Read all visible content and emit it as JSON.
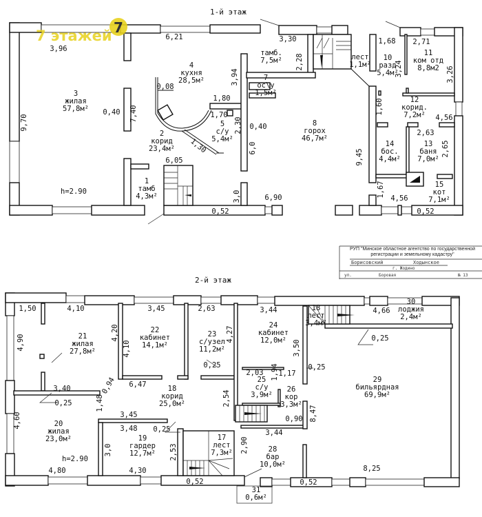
{
  "watermark": {
    "text": "7 этажей",
    "logo": "7",
    "color": "#e8d21e"
  },
  "floor1": {
    "title": "1-й этаж",
    "height": "h=2.90",
    "rooms": [
      {
        "n": "1",
        "name": "тамб",
        "area": "4,3м²"
      },
      {
        "n": "2",
        "name": "корид",
        "area": "23,4м²"
      },
      {
        "n": "3",
        "name": "жилая",
        "area": "57,8м²"
      },
      {
        "n": "4",
        "name": "кухня",
        "area": "28,5м²"
      },
      {
        "n": "5",
        "name": "с/у",
        "area": "5,4м²"
      },
      {
        "name": "тамб.",
        "area": "7,5м²"
      },
      {
        "n": "7",
        "name": "ос\\у",
        "area": "1,5м²"
      },
      {
        "n": "8",
        "name": "горох",
        "area": "46,7м²"
      },
      {
        "name": "лест",
        "area": "1,1м²"
      },
      {
        "n": "10",
        "name": "разд",
        "area": "5,4м²"
      },
      {
        "n": "11",
        "name": "ком отд",
        "area": "8,8м2"
      },
      {
        "n": "12",
        "name": "корид.",
        "area": "7,2м²"
      },
      {
        "n": "13",
        "name": "баня",
        "area": "7,0м²"
      },
      {
        "n": "14",
        "name": "бос.",
        "area": "4,4м²"
      },
      {
        "n": "15",
        "name": "кот",
        "area": "7,1м²"
      }
    ],
    "dims": [
      "3,96",
      "6,21",
      "0,08",
      "0,40",
      "7,40",
      "9,70",
      "1,80",
      "1,70",
      "2,30",
      "3,94",
      "1,30",
      "6,05",
      "3,0",
      "0,52",
      "6,90",
      "3,30",
      "2,28",
      "0,40",
      "6,0",
      "1,68",
      "3,24",
      "2,71",
      "3,26",
      "1,60",
      "4,56",
      "2,63",
      "2,65",
      "9,45",
      "1,67",
      "4,56",
      "0,52"
    ]
  },
  "floor2": {
    "title": "2-й этаж",
    "height": "h=2.90",
    "rooms": [
      {
        "n": "17",
        "name": "лест",
        "area": "7,3м²"
      },
      {
        "n": "18",
        "name": "корид",
        "area": "25,0м²"
      },
      {
        "n": "19",
        "name": "гардер",
        "area": "12,7м²"
      },
      {
        "n": "20",
        "name": "жилая",
        "area": "23,0м²"
      },
      {
        "n": "21",
        "name": "жилая",
        "area": "27,8м²"
      },
      {
        "n": "22",
        "name": "кабинет",
        "area": "14,1м²"
      },
      {
        "n": "23",
        "name": "с/узел",
        "area": "11,2м²"
      },
      {
        "n": "24",
        "name": "кабинет",
        "area": "12,0м²"
      },
      {
        "n": "25",
        "name": "с/у",
        "area": "3,9м²"
      },
      {
        "n": "26",
        "name": "кор",
        "area": "3,3м²"
      },
      {
        "n": "28",
        "name": "бар",
        "area": "10,0м²"
      },
      {
        "n": "29",
        "name": "бильярдная",
        "area": "69,9м²"
      },
      {
        "n": "30",
        "name": "лоджия",
        "area": "2,4м²"
      },
      {
        "n": "31",
        "area": "0,6м²"
      },
      {
        "n": "18",
        "name": "лест",
        "area": "3,4м²"
      }
    ],
    "dims": [
      "1,50",
      "4,10",
      "3,45",
      "2,63",
      "4,90",
      "4,20",
      "4,10",
      "4,27",
      "0,25",
      "0,94",
      "6,47",
      "3,40",
      "0,25",
      "1,48",
      "2,54",
      "3,45",
      "4,60",
      "3,48",
      "0,25",
      "3,0",
      "2,53",
      "4,80",
      "4,30",
      "0,52",
      "3,44",
      "4,66",
      "0,25",
      "3,50",
      "0,25",
      "2,03",
      "1,94",
      "1,17",
      "8,47",
      "0,90",
      "3,44",
      "2,90",
      "8,25",
      "0,52"
    ]
  },
  "stamp": {
    "org": "РУП \"Минское областное агентство по государственной регистрации и земельному кадастру\"",
    "district": "Борисовский",
    "council": "Ходынское",
    "town": "г. Жодино",
    "street_label": "ул.",
    "street": "Боровая",
    "number": "№ 13"
  }
}
